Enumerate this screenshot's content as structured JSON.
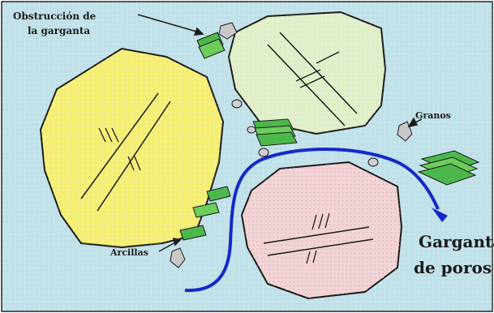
{
  "labels": {
    "obstruccion_line1": "Obstrucción de",
    "obstruccion_line2": "la garganta",
    "granos": "Granos",
    "arcillas": "Arcillas",
    "garganta_line1": "Garganta",
    "garganta_line2": "de poros"
  },
  "colors": {
    "background": "#bfe0e8",
    "grain_yellow": "#f4ee72",
    "grain_green": "#e0eec8",
    "grain_pink": "#f3d4d6",
    "clay": "#4cb84c",
    "flow_arrow": "#1428c8",
    "outline": "#1a1a1a"
  }
}
